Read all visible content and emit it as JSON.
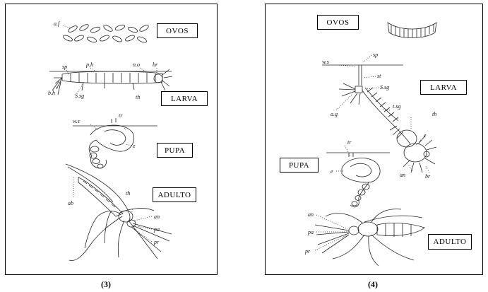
{
  "panels": [
    {
      "caption": "(3)",
      "stages": {
        "eggs": "OVOS",
        "larva": "LARVA",
        "pupa": "PUPA",
        "adult": "ADULTO"
      },
      "annotations": [
        "a.f",
        "sp",
        "p.h",
        "n.o",
        "br",
        "b.h",
        "S.sg",
        "th",
        "w.s",
        "tr",
        "e",
        "ab",
        "th",
        "an",
        "pa",
        "pr"
      ]
    },
    {
      "caption": "(4)",
      "stages": {
        "eggs": "OVOS",
        "larva": "LARVA",
        "pupa": "PUPA",
        "adult": "ADULTO"
      },
      "annotations": [
        "sp",
        "w.s",
        "st",
        "S.sg",
        "a.g",
        "t.sg",
        "th",
        "e",
        "an",
        "br",
        "tr",
        "e",
        "an",
        "pa",
        "pr"
      ]
    }
  ]
}
